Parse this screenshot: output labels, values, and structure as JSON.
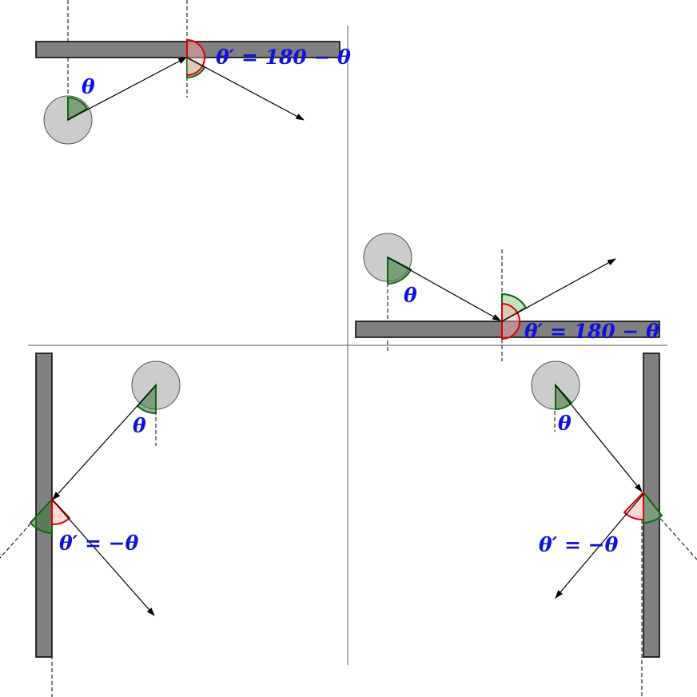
{
  "labels": {
    "theta": "θ",
    "theta_prime_180": "θ′ = 180 − θ",
    "theta_prime_neg": "θ′ = −θ"
  },
  "colors": {
    "label": "#1010e0",
    "wall": "#808080",
    "ball": "#cccccc",
    "incidence_wedge": "#0a6a0a",
    "reflection_wedge": "#e00000"
  }
}
